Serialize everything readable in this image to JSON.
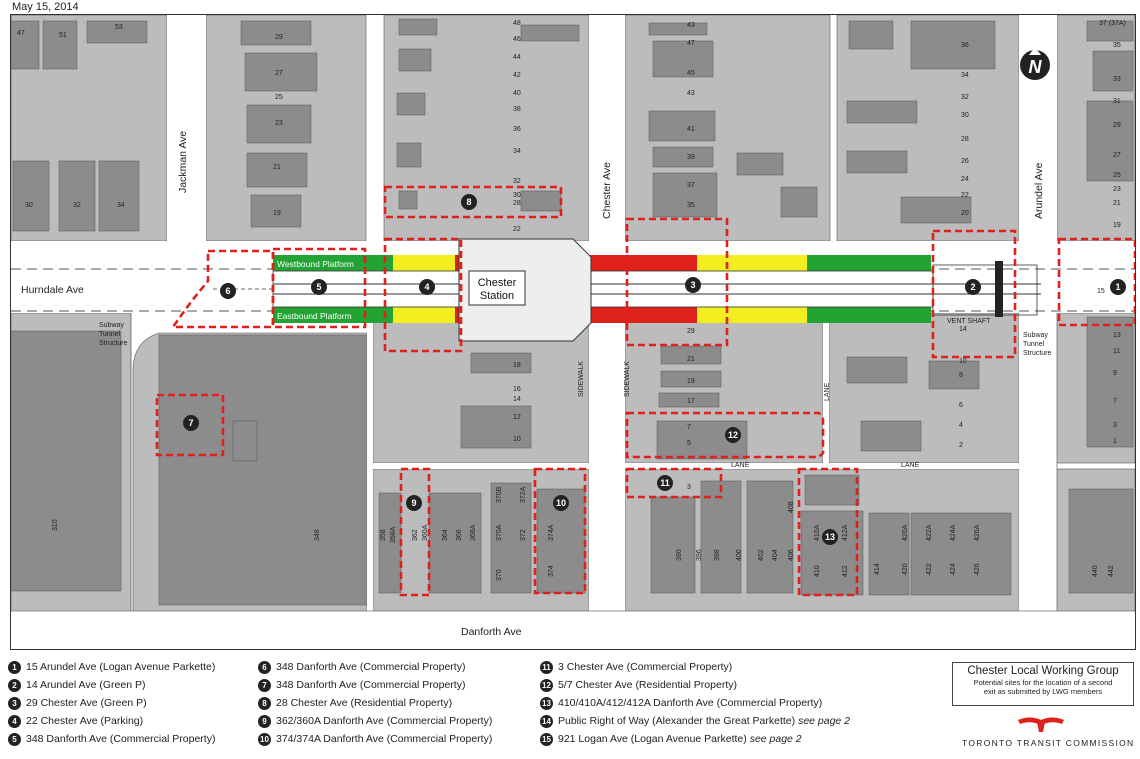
{
  "date": "May 15, 2014",
  "streets": {
    "jackman": "Jackman Ave",
    "chester": "Chester Ave",
    "arundel": "Arundel Ave",
    "hurndale": "Hurndale Ave",
    "danforth": "Danforth Ave",
    "lane": "LANE",
    "sidewalk": "SIDEWALK"
  },
  "station": {
    "line1": "Chester",
    "line2": "Station"
  },
  "platforms": {
    "westbound": "Westbound Platform",
    "eastbound": "Eastbound Platform"
  },
  "notes": {
    "subway_left_1": "Subway",
    "subway_left_2": "Tunnel",
    "subway_left_3": "Structure",
    "subway_right_1": "Subway",
    "subway_right_2": "Tunnel",
    "subway_right_3": "Structure",
    "vent_shaft": "VENT SHAFT"
  },
  "colors": {
    "red": "#e0201a",
    "green": "#22a333",
    "yellow": "#f2ee20",
    "building": "#8c8c8c",
    "lot": "#bcbcbc"
  },
  "north_arrow": "N",
  "legend": [
    {
      "num": "1",
      "text": "15 Arundel Ave (Logan Avenue Parkette)"
    },
    {
      "num": "2",
      "text": "14 Arundel Ave (Green P)"
    },
    {
      "num": "3",
      "text": "29 Chester Ave (Green P)"
    },
    {
      "num": "4",
      "text": "22 Chester Ave (Parking)"
    },
    {
      "num": "5",
      "text": "348 Danforth Ave (Commercial Property)"
    },
    {
      "num": "6",
      "text": "348 Danforth Ave (Commercial Property)"
    },
    {
      "num": "7",
      "text": "348 Danforth Ave (Commercial Property)"
    },
    {
      "num": "8",
      "text": "28 Chester Ave (Residential Property)"
    },
    {
      "num": "9",
      "text": "362/360A Danforth Ave (Commercial Property)"
    },
    {
      "num": "10",
      "text": "374/374A Danforth Ave (Commercial Property)"
    },
    {
      "num": "11",
      "text": "3 Chester Ave (Commercial Property)"
    },
    {
      "num": "12",
      "text": "5/7 Chester Ave (Residential Property)"
    },
    {
      "num": "13",
      "text": "410/410A/412/412A Danforth Ave (Commercial Property)"
    },
    {
      "num": "14",
      "text": "Public Right of Way (Alexander the Great Parkette)",
      "note": "see page 2"
    },
    {
      "num": "15",
      "text": "921 Logan Ave (Logan Avenue Parkette)",
      "note": "see page 2"
    }
  ],
  "lwg": {
    "title": "Chester Local Working Group",
    "subtitle_1": "Potential sites for the location of a second",
    "subtitle_2": "exit as submitted by LWG members"
  },
  "ttc": {
    "name": "TORONTO TRANSIT COMMISSION"
  },
  "lots": {
    "l47": "47",
    "l51": "51",
    "l53": "53",
    "l30": "30",
    "l32": "32",
    "l34": "34",
    "l310": "310",
    "l29": "29",
    "l27": "27",
    "l25": "25",
    "l23": "23",
    "l21": "21",
    "l19": "19",
    "l348": "348",
    "c48": "48",
    "c46": "46",
    "c44": "44",
    "c42": "42",
    "c40": "40",
    "c38": "38",
    "c36": "36",
    "c34": "34",
    "c32": "32",
    "c30": "30",
    "c28": "28",
    "c22": "22",
    "c18": "18",
    "c16": "16",
    "c14": "14",
    "c12": "12",
    "c10": "10",
    "d358": "358",
    "d358a": "358A",
    "d362": "362",
    "d360a": "360A",
    "d364": "364",
    "d366": "366",
    "d368a": "368A",
    "d370b": "370B",
    "d372a": "372A",
    "d370a": "370A",
    "d372": "372",
    "d370": "370",
    "d374a": "374A",
    "d374": "374",
    "e43": "43",
    "e47": "47",
    "e45": "45",
    "e43b": "43",
    "e41": "41",
    "e39": "39",
    "e37": "37",
    "e35": "35",
    "e29": "29",
    "e21": "21",
    "e19": "19",
    "e17": "17",
    "e7": "7",
    "e5": "5",
    "e3": "3",
    "f390": "390",
    "f396": "396",
    "f398": "398",
    "f400": "400",
    "f402": "402",
    "f404": "404",
    "f406": "406",
    "f408": "408",
    "f410": "410",
    "f410a": "410A",
    "f412": "412",
    "f412a": "412A",
    "f414": "414",
    "f420": "420",
    "f420a": "420A",
    "f422": "422",
    "f422a": "422A",
    "f424": "424",
    "f424a": "424A",
    "f426": "426",
    "f426a": "426A",
    "g36": "36",
    "g34": "34",
    "g32": "32",
    "g30": "30",
    "g28": "28",
    "g26": "26",
    "g24": "24",
    "g22": "22",
    "g20": "20",
    "g14": "14",
    "g10": "10",
    "g8": "8",
    "g6": "6",
    "g4": "4",
    "g2": "2",
    "h37": "37 (37A)",
    "h35": "35",
    "h33": "33",
    "h31": "31",
    "h29": "29",
    "h27": "27",
    "h25": "25",
    "h23": "23",
    "h21": "21",
    "h19": "19",
    "h15": "15",
    "h13": "13",
    "h11": "11",
    "h9": "9",
    "h7": "7",
    "h3": "3",
    "h1": "1",
    "h440": "440",
    "h442": "442"
  }
}
